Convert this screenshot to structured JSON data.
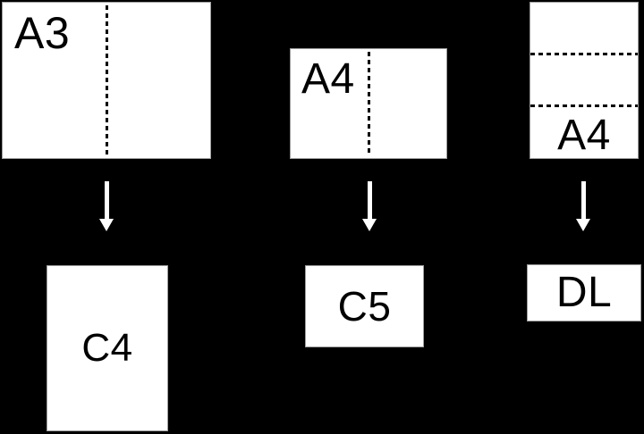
{
  "diagram": {
    "colors": {
      "background": "#000000",
      "paper": "#ffffff",
      "fold_line": "#000000",
      "arrow": "#ffffff",
      "label_text": "#000000"
    },
    "columns": [
      {
        "source_label": "A3",
        "fold_style": "half-vertical-dashed",
        "result_label": "C4"
      },
      {
        "source_label": "A4",
        "fold_style": "half-vertical-dashed",
        "result_label": "C5"
      },
      {
        "source_label": "A4",
        "fold_style": "thirds-horizontal-dashed",
        "result_label": "DL"
      }
    ]
  }
}
